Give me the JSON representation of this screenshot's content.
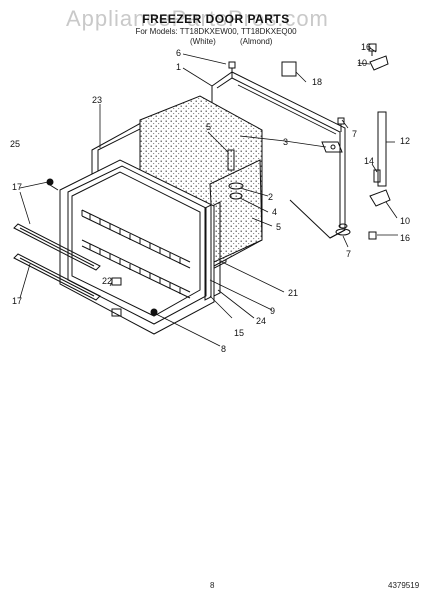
{
  "header": {
    "watermark": "AppliancePartsPros.com",
    "title": "FREEZER DOOR PARTS",
    "models": "For Models: TT18DKXEW00, TT18DKXEQ00",
    "color_white": "(White)",
    "color_almond": "(Almond)"
  },
  "callouts": [
    "1",
    "2",
    "3",
    "4",
    "5",
    "5",
    "6",
    "7",
    "7",
    "8",
    "9",
    "10",
    "10",
    "12",
    "14",
    "15",
    "16",
    "16",
    "17",
    "17",
    "18",
    "21",
    "22",
    "23",
    "24",
    "25"
  ],
  "footer": {
    "page_number": "8",
    "document_number": "4379519"
  }
}
